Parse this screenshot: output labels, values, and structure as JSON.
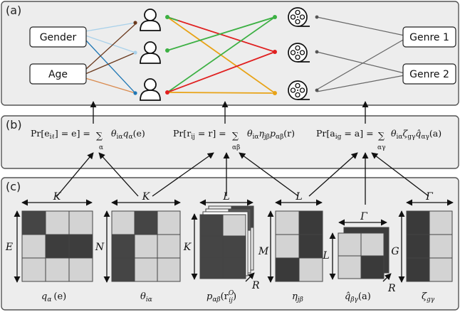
{
  "panels": {
    "a": "(a)",
    "b": "(b)",
    "c": "(c)"
  },
  "attributes": {
    "gender": "Gender",
    "age": "Age"
  },
  "genres": {
    "genre1": "Genre 1",
    "genre2": "Genre 2"
  },
  "colors": {
    "panel_bg": "#ededed",
    "light_blue": "#a9d1ea",
    "brown": "#6b3a1e",
    "blue": "#1f77b4",
    "orange": "#d98a4e",
    "green": "#3cb043",
    "gold": "#e8a317",
    "red": "#e02020",
    "gray_line": "#666666",
    "dark_cell": "#454545",
    "light_cell": "#d3d3d3"
  },
  "equations": {
    "eq1_lhs": "Pr[e",
    "eq1_lhs_sub": "iℓ",
    "eq1_mid": "] = e] = ",
    "eq1_sum_sub": "α",
    "eq1_rhs": "θ",
    "eq1_rhs_sub": "iα",
    "eq1_rhs2": "q",
    "eq1_rhs2_sub": "α",
    "eq1_rhs3": "(e)",
    "eq2_lhs": "Pr[r",
    "eq2_lhs_sub": "ij",
    "eq2_mid": " = r] = ",
    "eq2_sum_sub": "αβ",
    "eq2_rhs": "θ",
    "eq2_rhs_sub": "iα",
    "eq2_rhs2": "η",
    "eq2_rhs2_sub": "jβ",
    "eq2_rhs3": "p",
    "eq2_rhs3_sub": "αβ",
    "eq2_rhs4": "(r)",
    "eq3_lhs": "Pr[a",
    "eq3_lhs_sub": "ig",
    "eq3_mid": " = a] = ",
    "eq3_sum_sub": "αγ",
    "eq3_rhs": "θ",
    "eq3_rhs_sub": "iα",
    "eq3_rhs2": "ζ",
    "eq3_rhs2_sub": "gγ",
    "eq3_rhs3": "q̂",
    "eq3_rhs3_sub": "αγ",
    "eq3_rhs4": "(a)",
    "sum_symbol": "∑"
  },
  "matrices": {
    "m1": {
      "top": "K",
      "left": "E",
      "caption": "q",
      "caption_sub": "α",
      "caption_tail": "(e)"
    },
    "m2": {
      "top": "K",
      "left": "N",
      "caption": "θ",
      "caption_sub": "iα",
      "caption_tail": ""
    },
    "m3": {
      "top": "L",
      "left": "K",
      "depth": "R",
      "caption": "p",
      "caption_sub": "αβ",
      "caption_tail": "(r",
      "caption_sup": "O",
      "caption_sub2": "ij",
      "caption_end": ")"
    },
    "m4": {
      "top": "L",
      "left": "M",
      "caption": "η",
      "caption_sub": "jβ",
      "caption_tail": ""
    },
    "m5": {
      "top": "Γ",
      "left": "L",
      "depth": "R",
      "caption": "q̂",
      "caption_sub": "βγ",
      "caption_tail": "(a)"
    },
    "m6": {
      "top": "Γ",
      "left": "G",
      "caption": "ζ",
      "caption_sub": "gγ",
      "caption_tail": ""
    }
  }
}
